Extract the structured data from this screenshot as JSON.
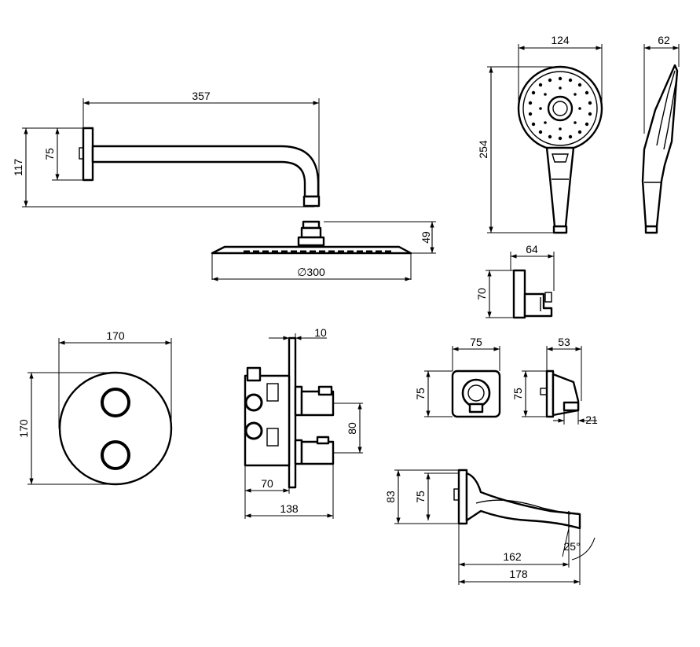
{
  "dimensions": {
    "arm_length": "357",
    "arm_total_height": "117",
    "arm_flange_height": "75",
    "head_height": "49",
    "head_diameter": "∅300",
    "hand_width": "124",
    "hand_length": "254",
    "hand_side_depth": "62",
    "holder_width": "64",
    "holder_height": "70",
    "mixer_width": "170",
    "mixer_height": "170",
    "body_plate": "10",
    "body_spacing": "80",
    "body_depth": "70",
    "body_total": "138",
    "outlet_width": "75",
    "outlet_height": "75",
    "outlet_side_depth": "53",
    "outlet_side_height": "75",
    "outlet_thread": "21",
    "spout_total_height": "83",
    "spout_flange_height": "75",
    "spout_reach": "162",
    "spout_total_reach": "178",
    "spout_angle": "25°"
  }
}
